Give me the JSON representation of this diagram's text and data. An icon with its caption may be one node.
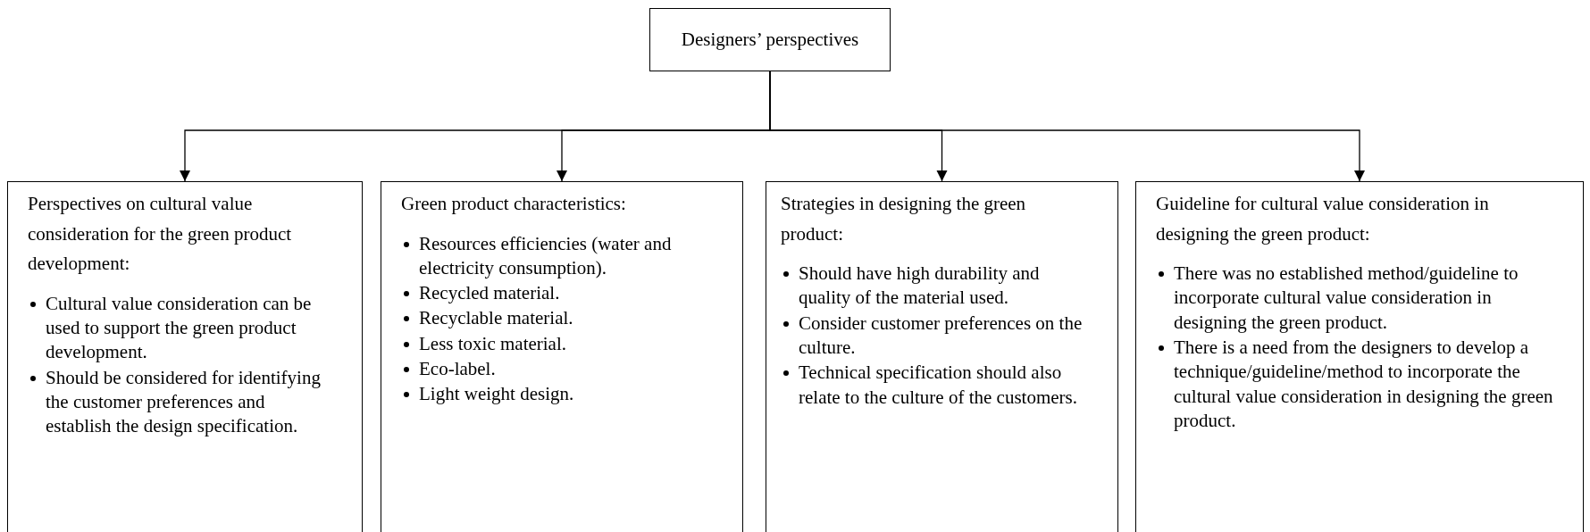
{
  "diagram": {
    "nodes": [
      {
        "text": [
          "Designers’ perspectives"
        ]
      },
      {
        "text": [
          "Perspectives on cultural value consideration for the green product development:",
          "Cultural value consideration can be used to support the green product development.",
          "Should be considered for identifying the customer preferences and establish the design specification."
        ]
      },
      {
        "text": [
          "Green product characteristics:",
          "Resources efficiencies (water and electricity consumption).",
          "Recycled material.",
          "Recyclable material.",
          "Less toxic material.",
          "Eco-label.",
          "Light weight design."
        ]
      },
      {
        "text": [
          "Strategies in designing the green product:",
          "Should have high durability and quality of the material used.",
          "Consider customer preferences on the culture.",
          "Technical specification should also relate to the culture of the customers."
        ]
      },
      {
        "text": [
          "Guideline for cultural value consideration in designing the green product:",
          "There was no established method/guideline to incorporate cultural value consideration in designing the green product.",
          "There is a need from the designers to develop a technique/guideline/method to incorporate the cultural value consideration in designing the green product."
        ]
      }
    ],
    "edges": [
      {
        "from": 0,
        "to": 1,
        "arrow": "to"
      },
      {
        "from": 0,
        "to": 2,
        "arrow": "to"
      },
      {
        "from": 0,
        "to": 3,
        "arrow": "to"
      },
      {
        "from": 0,
        "to": 4,
        "arrow": "to"
      }
    ]
  }
}
